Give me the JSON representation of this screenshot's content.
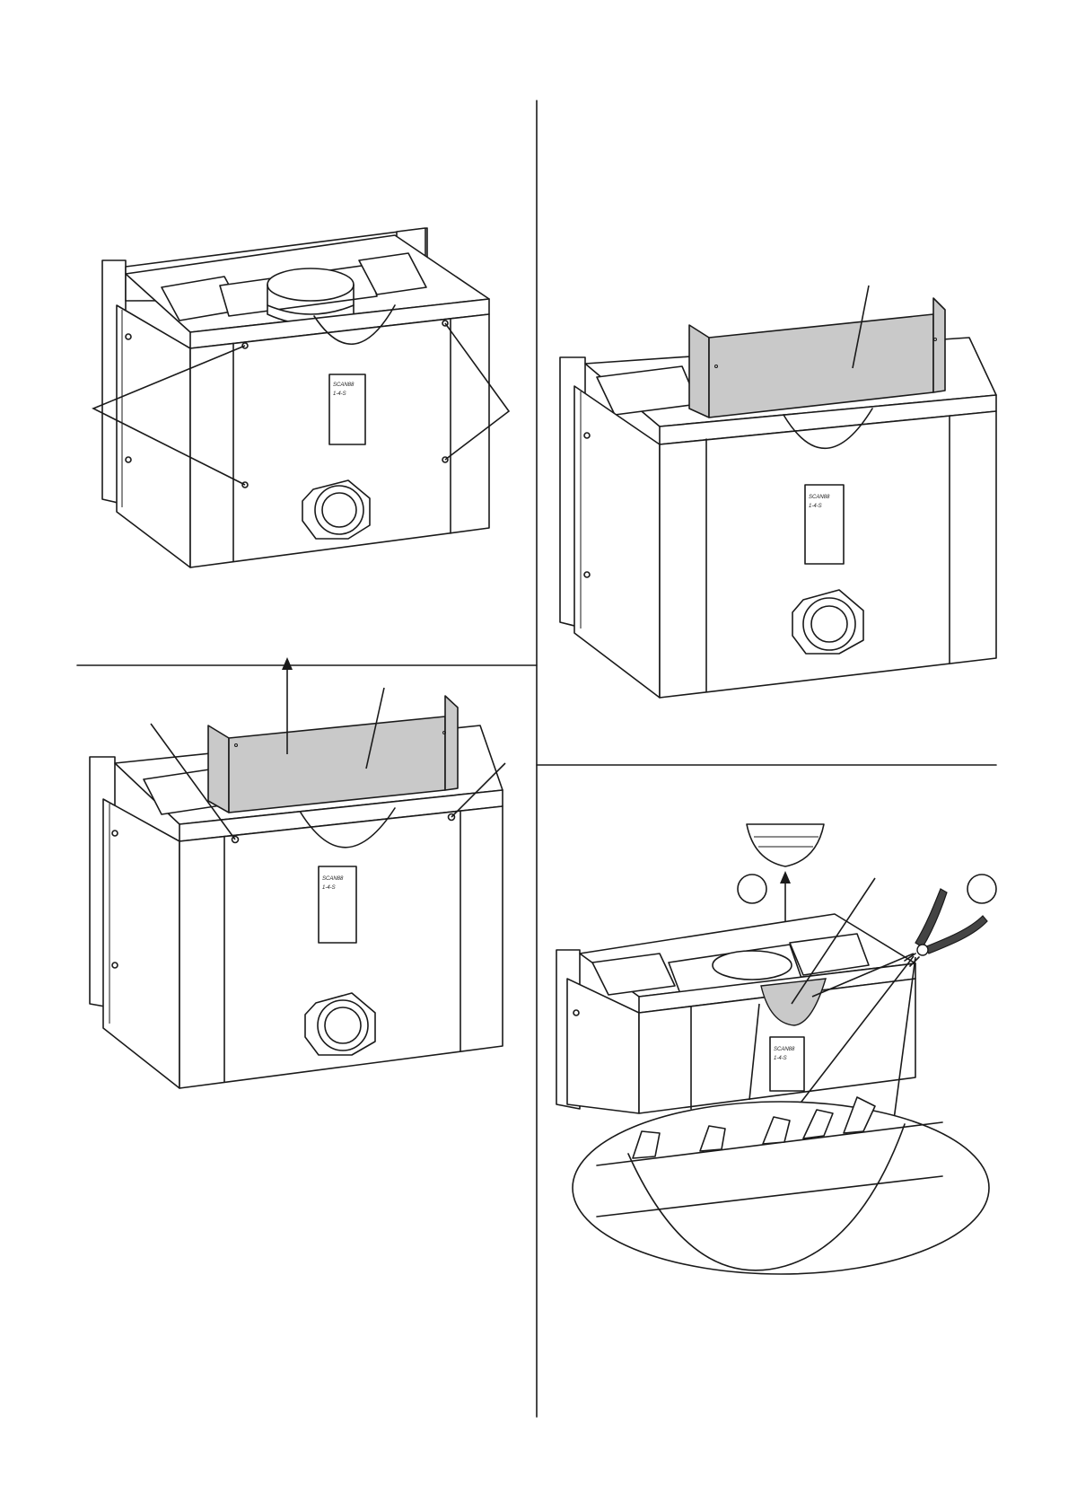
{
  "figure": {
    "sticker_text": [
      "SCAN88",
      "1-4-S"
    ]
  },
  "colors": {
    "line": "#1a1a1a",
    "shield_fill": "#c9c9c9",
    "background": "#ffffff"
  },
  "icons": [
    "stove-body",
    "rear-heat-shield",
    "screw",
    "pliers",
    "cut-out-arc",
    "up-arrow",
    "detail-loupe"
  ]
}
